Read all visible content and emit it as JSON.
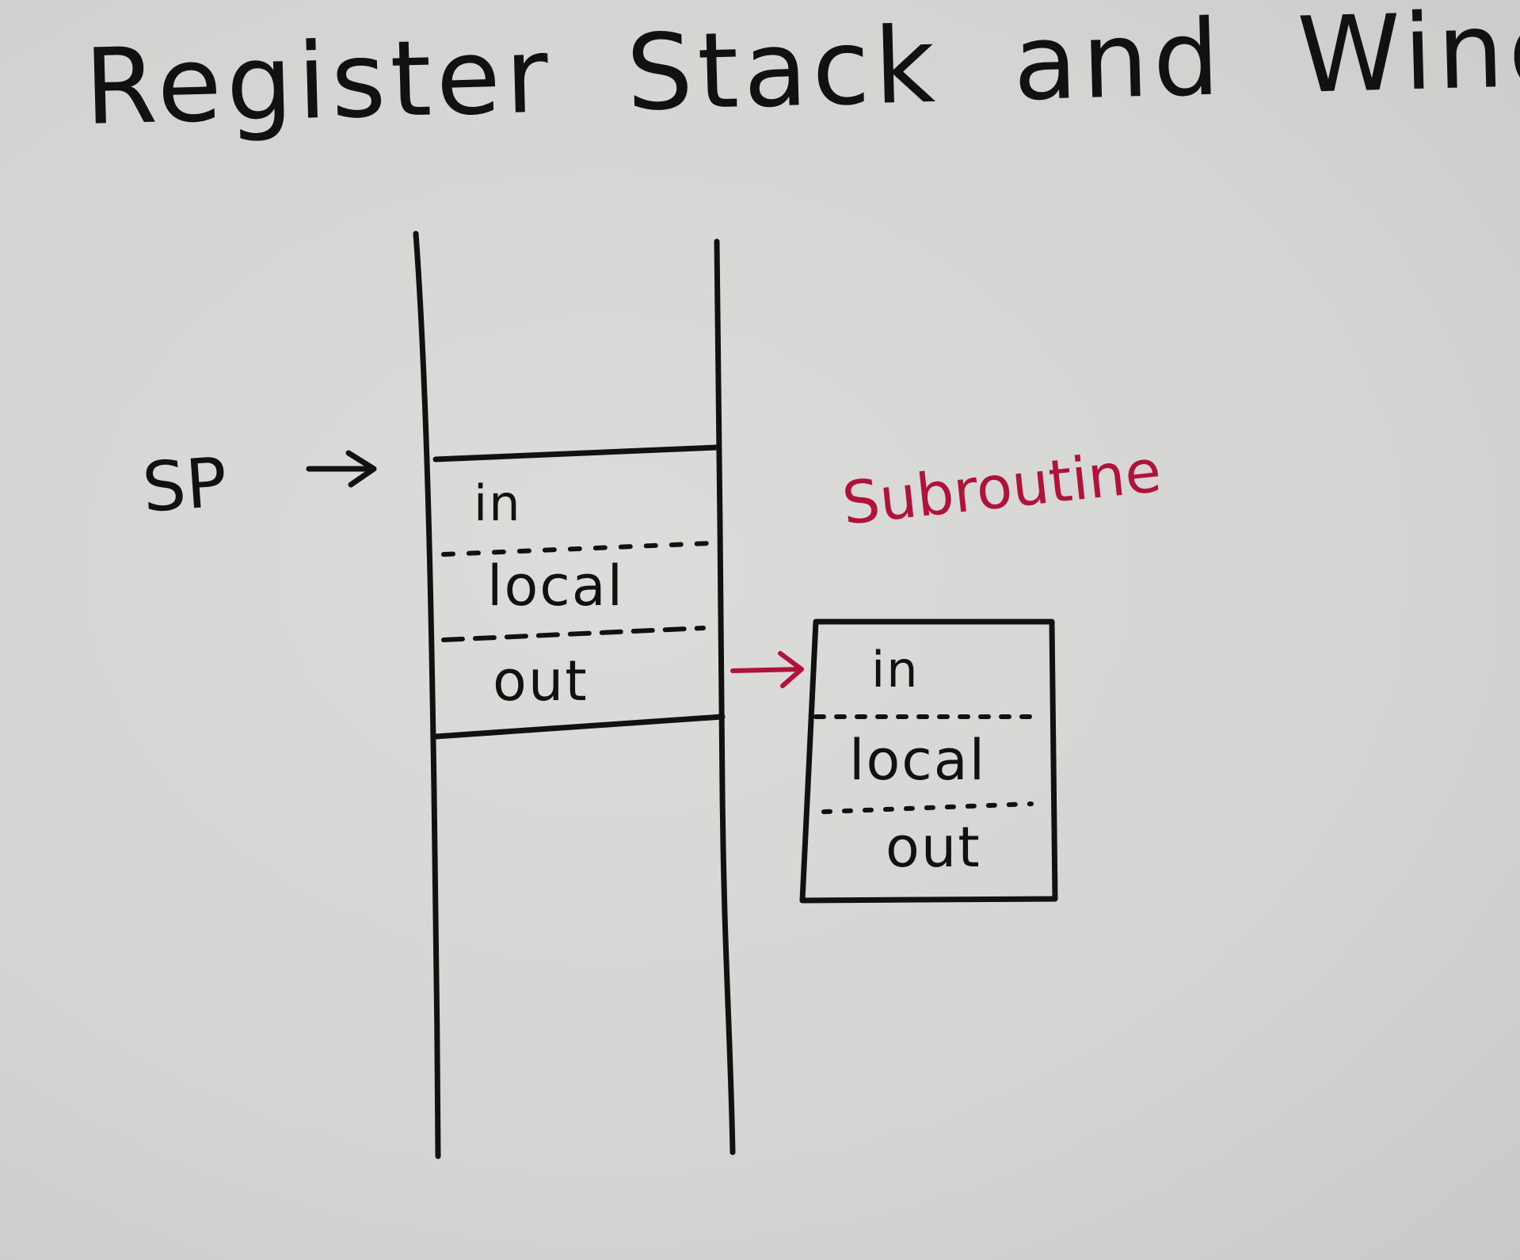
{
  "title": "Register Stack and Window",
  "stack_pointer": {
    "label": "SP"
  },
  "main_frame": {
    "cells": [
      "in",
      "local",
      "out"
    ]
  },
  "subroutine": {
    "label": "Subroutine",
    "cells": [
      "in",
      "local",
      "out"
    ]
  },
  "colors": {
    "ink": "#111111",
    "red_ink": "#b0123a",
    "paper": "#d6d6d4"
  }
}
